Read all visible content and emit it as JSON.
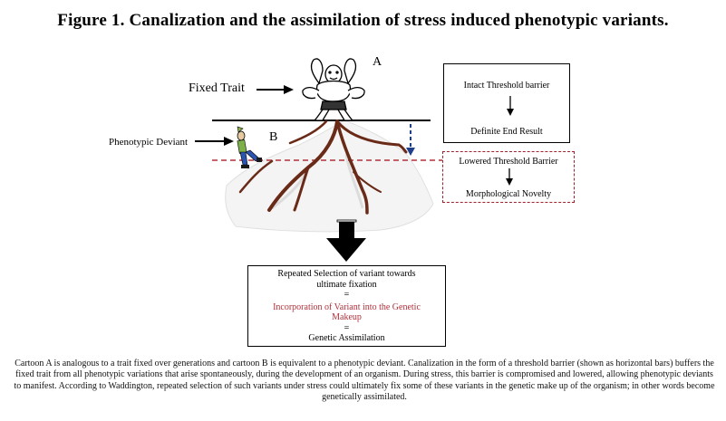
{
  "title": "Figure 1. Canalization and the assimilation of stress induced phenotypic variants.",
  "labels": {
    "fixed_trait": "Fixed Trait",
    "phenotypic_deviant": "Phenotypic Deviant",
    "cartoon_a": "A",
    "cartoon_b": "B"
  },
  "box_intact": {
    "line1": "Intact Threshold barrier",
    "line2": "Definite End Result"
  },
  "box_lowered": {
    "line1": "Lowered Threshold Barrier",
    "line2": "Morphological Novelty"
  },
  "box_result": {
    "line1": "Repeated Selection of variant towards",
    "line2": "ultimate fixation",
    "eq1": "=",
    "line3": "Incorporation of Variant into the Genetic",
    "line4": "Makeup",
    "eq2": "=",
    "line5": "Genetic Assimilation"
  },
  "caption": "Cartoon A is analogous to a trait fixed over generations and cartoon B is equivalent to a phenotypic deviant. Canalization in the form of a threshold barrier (shown as horizontal bars) buffers the fixed trait from all phenotypic variations that arise spontaneously, during the development of an organism. During stress, this barrier is compromised and lowered, allowing phenotypic deviants to manifest. According to Waddington, repeated selection of such variants under stress could ultimately fix some of these variants in the genetic make up of the organism; in other words become genetically assimilated.",
  "colors": {
    "lowered_barrier": "#b0303a",
    "arrow_down_blue": "#1f3f8a",
    "root_brown": "#6a2a18"
  }
}
